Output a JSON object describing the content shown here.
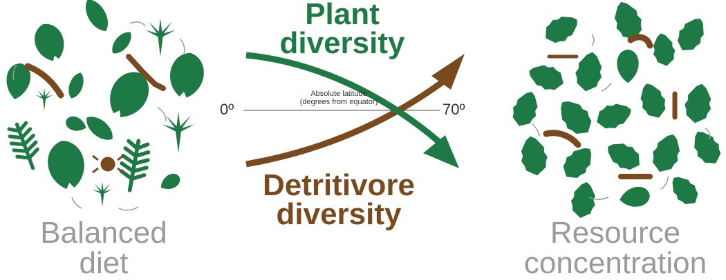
{
  "colors": {
    "plant": "#1d7a45",
    "detritivore": "#7a4a1f",
    "caption": "#9a9a9a",
    "axis": "#888888"
  },
  "left_group": {
    "caption_line1": "Balanced",
    "caption_line2": "diet"
  },
  "right_group": {
    "caption_line1": "Resource",
    "caption_line2": "concentration"
  },
  "center": {
    "plant_line1": "Plant",
    "plant_line2": "diversity",
    "detritivore_line1": "Detritivore",
    "detritivore_line2": "diversity",
    "axis_title_line1": "Absolute latitude",
    "axis_title_line2": "(degrees from equator)",
    "axis_min": "0º",
    "axis_max": "70º"
  }
}
